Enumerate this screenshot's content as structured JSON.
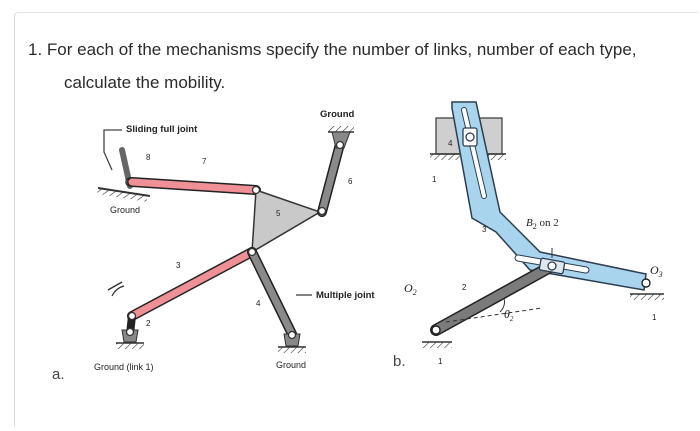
{
  "question": {
    "line1": "1. For each of the mechanisms specify the number of links, number of each type,",
    "line2": "calculate the mobility."
  },
  "figure_a": {
    "label": "a.",
    "sliding_joint": "Sliding full joint",
    "ground_top": "Ground",
    "ground_left": "Ground",
    "ground_bottom_left": "Ground (link 1)",
    "ground_bottom_right": "Ground",
    "multiple_joint": "Multiple joint",
    "link_numbers": [
      "8",
      "7",
      "6",
      "5",
      "3",
      "4",
      "2"
    ]
  },
  "figure_b": {
    "label": "b.",
    "o2": "O",
    "o2_sub": "2",
    "o3": "O",
    "o3_sub": "3",
    "b2_on_2": "B",
    "b2_sub": "2",
    "b2_rest": " on 2",
    "theta": "θ",
    "theta_sub": "2",
    "link_numbers": [
      "4",
      "1",
      "3",
      "2",
      "1",
      "1"
    ]
  },
  "colors": {
    "red_link": "#ef8f96",
    "blue_link": "#a8d4ee",
    "gray_link": "#7b7b7b",
    "plate": "#c9c9c9"
  }
}
